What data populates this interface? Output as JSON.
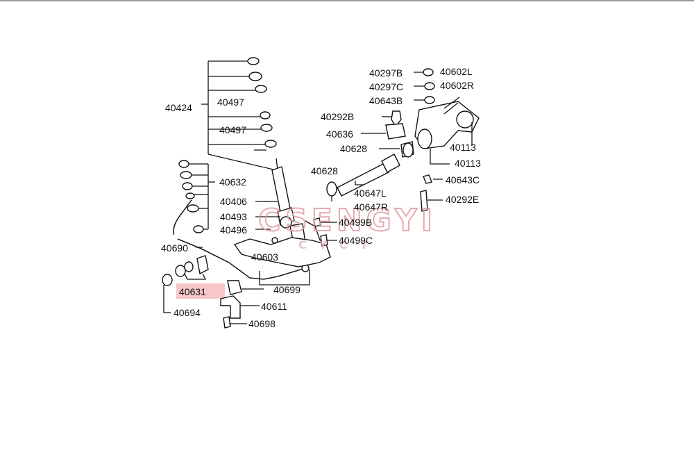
{
  "labels": {
    "p40424": "40424",
    "p40497a": "40497",
    "p40497b": "40497",
    "p40632": "40632",
    "p40406": "40406",
    "p40493": "40493",
    "p40496": "40496",
    "p40690": "40690",
    "p40603": "40603",
    "p40631": "40631",
    "p40699": "40699",
    "p40611": "40611",
    "p40694": "40694",
    "p40698": "40698",
    "p40297B": "40297B",
    "p40297C": "40297C",
    "p40643B": "40643B",
    "p40292B": "40292B",
    "p40636": "40636",
    "p40628a": "40628",
    "p40628b": "40628",
    "p40647L": "40647L",
    "p40647R": "40647R",
    "p40499B": "40499B",
    "p40499C": "40499C",
    "p40602L": "40602L",
    "p40602R": "40602R",
    "p40113a": "40113",
    "p40113b": "40113",
    "p40643C": "40643C",
    "p40292E": "40292E"
  },
  "highlight": {
    "label": "40631",
    "color": "#f6c6c9"
  },
  "watermark": {
    "main": "CSENGYI",
    "sub": "CYCY",
    "color": "#e39aa0"
  }
}
